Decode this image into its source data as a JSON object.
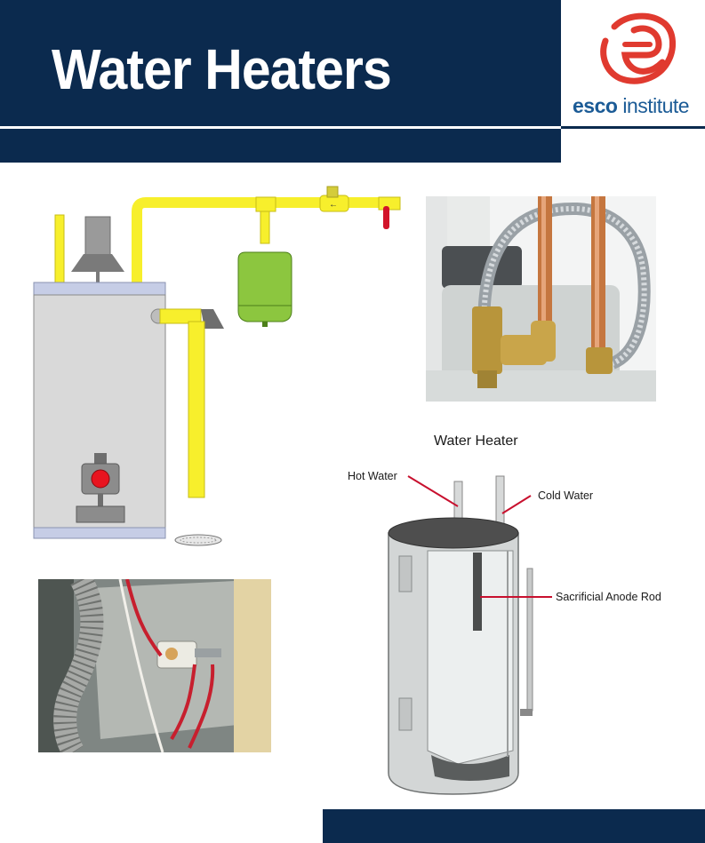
{
  "header": {
    "title": "Water Heaters",
    "logo": {
      "icon": "esco-e-swirl-icon",
      "brand": "esco",
      "suffix": " institute",
      "color": "#e03a2f",
      "text_color": "#1b5b96"
    },
    "band_color": "#0b2a4e"
  },
  "diagram": {
    "label_title": "Water Heater",
    "labels": {
      "hot": "Hot Water",
      "cold": "Cold Water",
      "anode": "Sacrificial Anode Rod"
    },
    "label_line_color": "#c8102e"
  },
  "photos": {
    "valves": "photo-valve-connections",
    "thermostat": "photo-thermostat-wiring"
  }
}
